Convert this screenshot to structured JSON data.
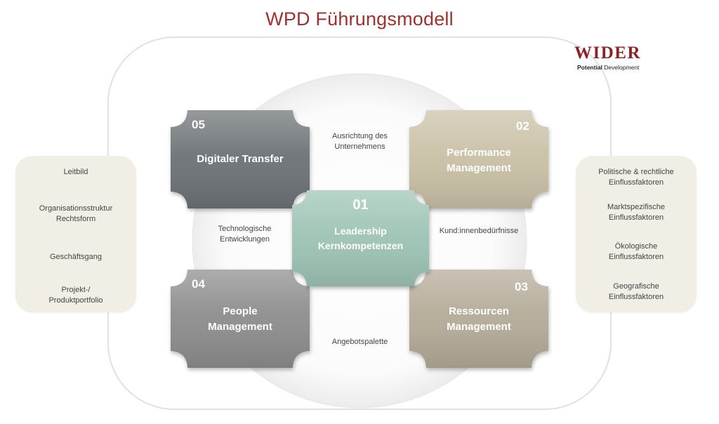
{
  "title": "WPD Führungsmodell",
  "logo": {
    "word": "WIDER",
    "sub_bold": "Potential",
    "sub_rest": "Development"
  },
  "left_panel": [
    "Leitbild",
    "Organisationsstruktur\nRechtsform",
    "Geschäftsgang",
    "Projekt-/\nProduktportfolio"
  ],
  "right_panel": [
    "Politische & rechtliche\nEinflussfaktoren",
    "Marktspezifische\nEinflussfaktoren",
    "Ökologische\nEinflussfaktoren",
    "Geografische\nEinflussfaktoren"
  ],
  "boxes": {
    "b05": {
      "number": "05",
      "title": "Digitaler Transfer",
      "color": "#6c7276"
    },
    "b02": {
      "number": "02",
      "title": "Performance\nManagement",
      "color": "#c9c0a6"
    },
    "b01": {
      "number": "01",
      "title": "Leadership\nKernkompetenzen",
      "color": "#9dc4b5"
    },
    "b04": {
      "number": "04",
      "title": "People\nManagement",
      "color": "#8d8d8d"
    },
    "b03": {
      "number": "03",
      "title": "Ressourcen\nManagement",
      "color": "#b4ab98"
    }
  },
  "connectors": {
    "top": "Ausrichtung des\nUnternehmens",
    "left": "Technologische\nEntwicklungen",
    "right": "Kund:innenbedürfnisse",
    "bottom": "Angebotspalette"
  }
}
